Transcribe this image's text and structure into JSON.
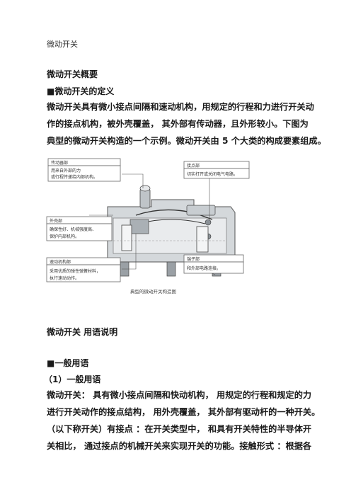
{
  "doc_title": "微动开关",
  "overview_heading": "微动开关概要",
  "definition_heading": "■微动开关的定义",
  "definition_lines": [
    "微动开关具有微小接点间隔和速动机构，用规定的行程和力进行开关动",
    "作的接点机构，被外壳覆盖，  其外部有传动器，且外形较小。下图为",
    "典型的微动开关构造的一个示例。微动开关由 5 个大类的构成要素组成。"
  ],
  "diagram": {
    "caption": "典型的微动开关构造图",
    "labels": {
      "actuator_title": "传动器部",
      "actuator_l1": "用来自外部的力",
      "actuator_l2": "或行程传递给内部机构。",
      "contact_title": "接点部",
      "contact_l1": "切实打开或关闭电气电路。",
      "case_title": "外壳部",
      "case_l1": "确保性好、机械强度高、",
      "case_l2": "保护内部机构。",
      "mechanism_title": "速动机构部",
      "mechanism_l1": "采用优质的弹性弹簧材料，",
      "mechanism_l2": "执行速动动作。",
      "terminal_title": "端子部",
      "terminal_l1": "和外部电路连接。"
    }
  },
  "terms_heading": "微动开关  用语说明",
  "general_heading": "■一般用语",
  "sub_heading": "（1）一般用语",
  "terms_lines": [
    "微动开关：   具有微小接点间隔和快动机构，   用规定的行程和规定的力",
    "进行开关动作的接点结构，  用外壳覆盖，  其外部有驱动杆的一种开关。",
    "（以下称开关）有接点  ：在开关类型中，   和具有开关特性的半导体开",
    "关相比，   通过接点的机械开关来实现开关的功能。接触形式  ：根据各"
  ],
  "colors": {
    "text": "#1a1a1a",
    "diagram_fill": "#cfd3d6",
    "diagram_dark": "#8a9096"
  }
}
